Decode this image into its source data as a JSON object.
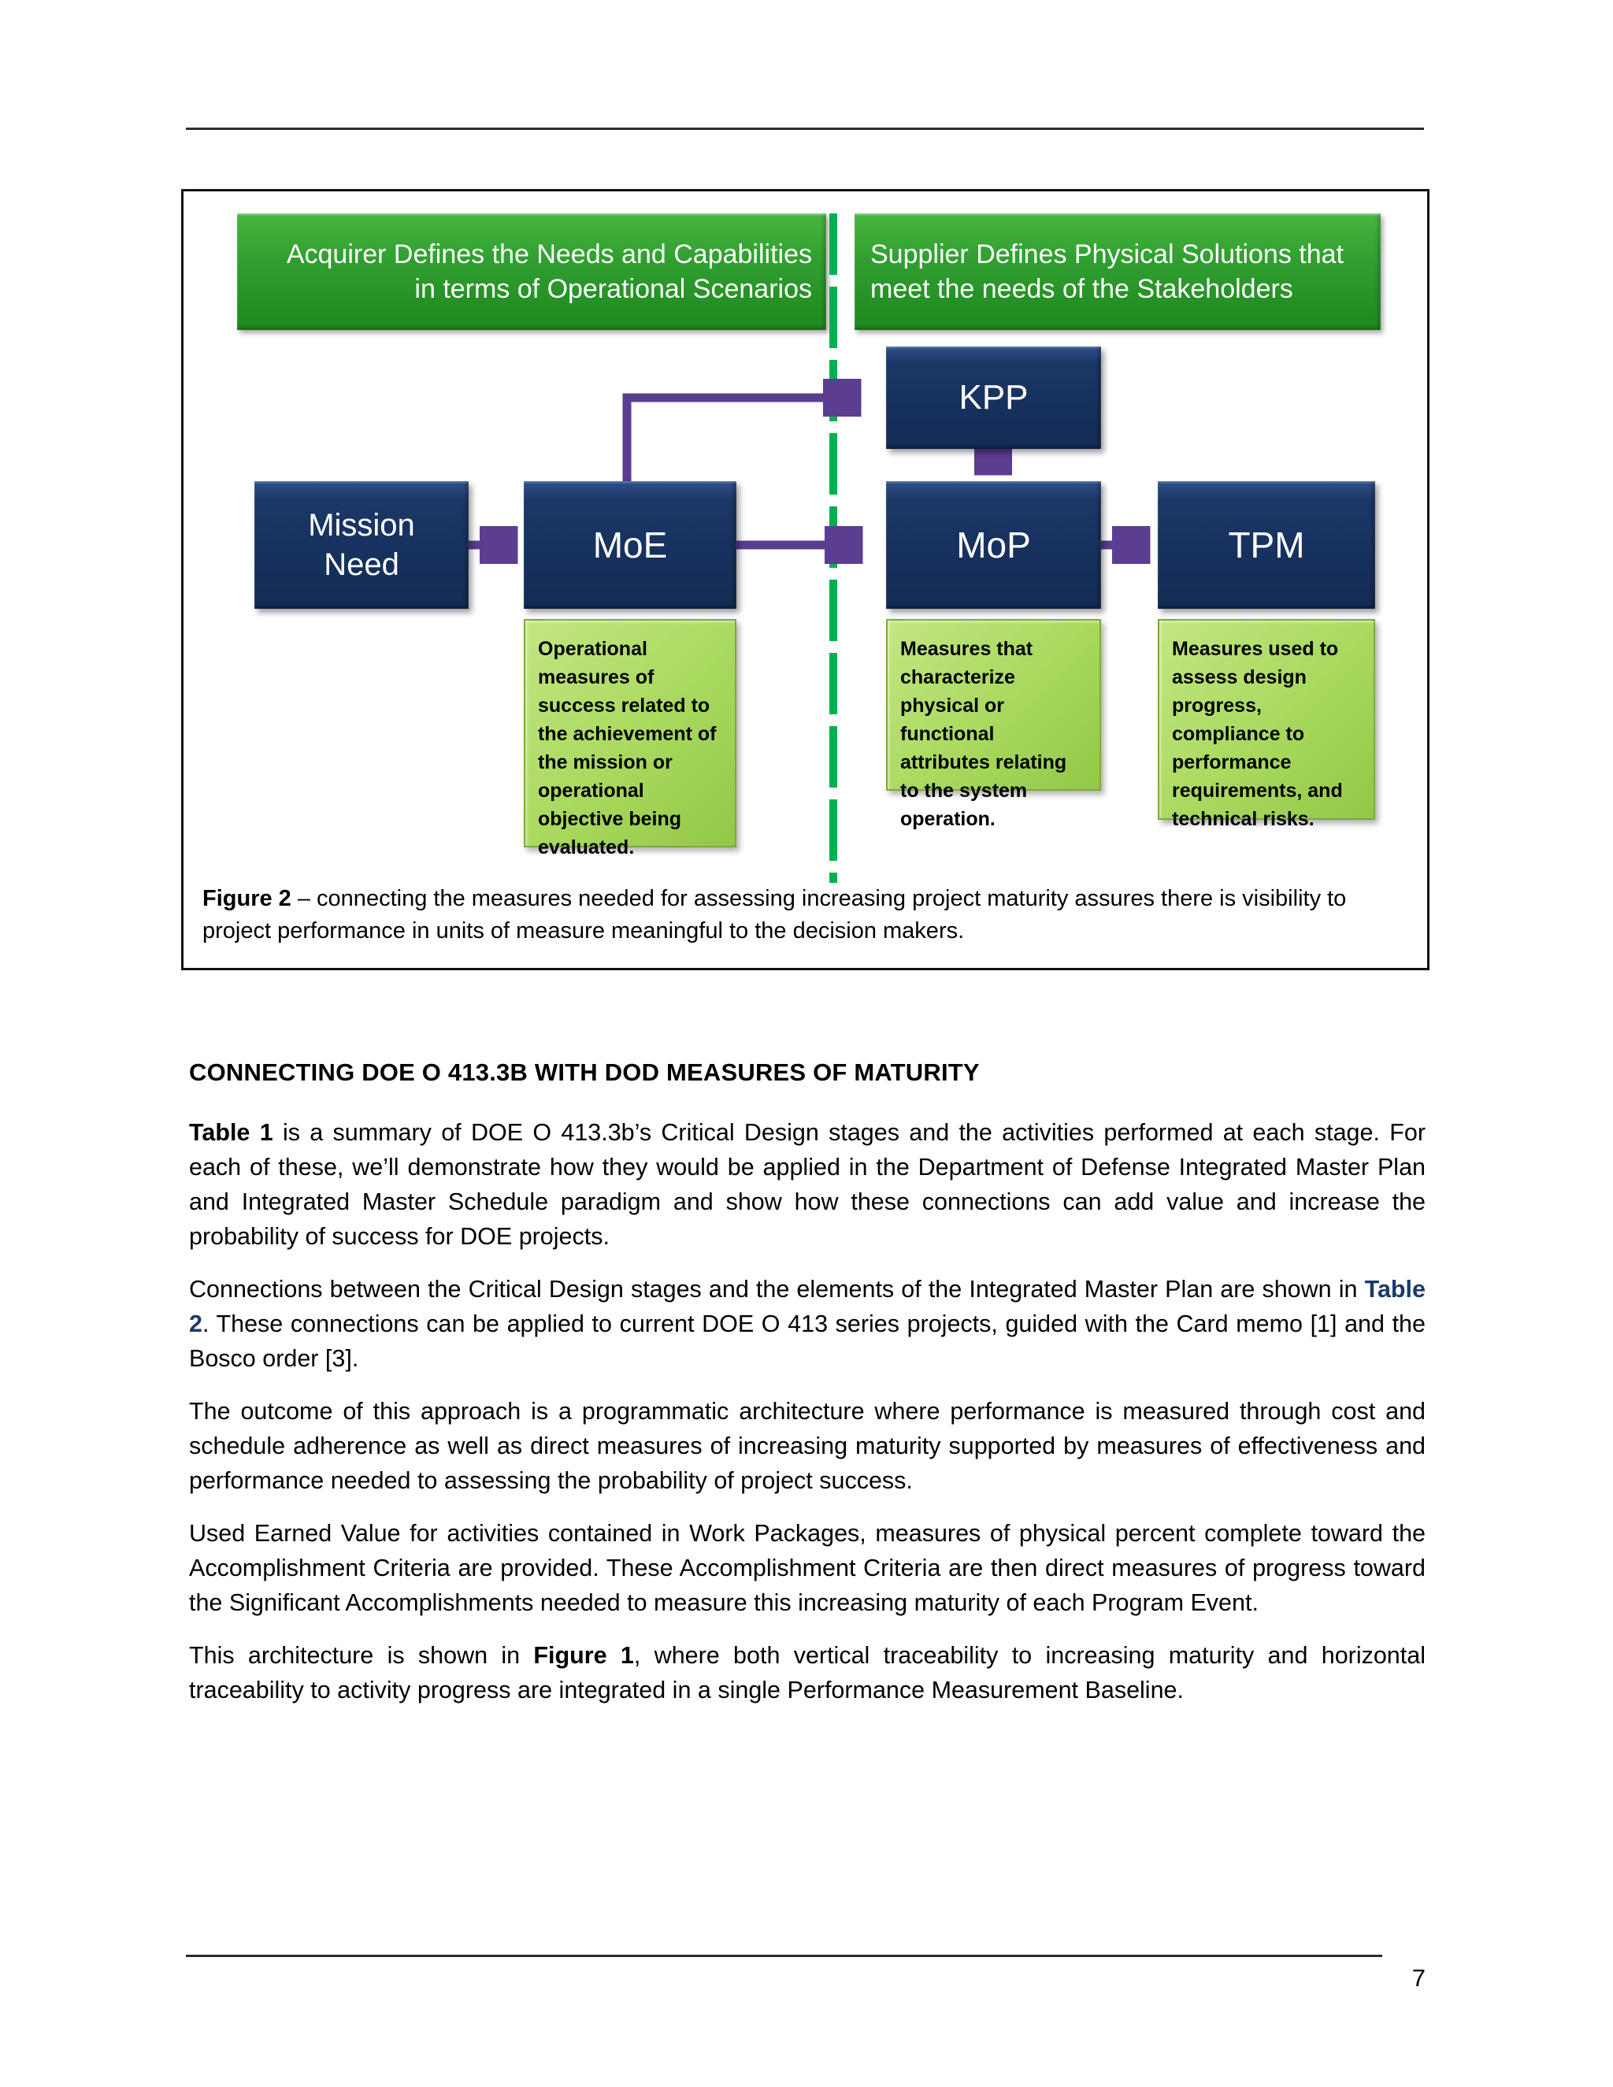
{
  "page": {
    "number": "7"
  },
  "figure": {
    "banners": {
      "left": {
        "line1": "Acquirer Defines the Needs and Capabilities",
        "line2": "in terms of Operational Scenarios"
      },
      "right": {
        "line1": "Supplier Defines Physical Solutions that",
        "line2": "meet the needs of the Stakeholders"
      }
    },
    "nodes": {
      "mission": "Mission Need",
      "moe": "MoE",
      "kpp": "KPP",
      "mop": "MoP",
      "tpm": "TPM"
    },
    "edges": [
      {
        "from": "Mission Need",
        "to": "MoE"
      },
      {
        "from": "MoE",
        "to": "KPP"
      },
      {
        "from": "MoE",
        "to": "MoP"
      },
      {
        "from": "KPP",
        "to": "MoP"
      },
      {
        "from": "MoP",
        "to": "TPM"
      }
    ],
    "descriptions": {
      "moe": "Operational measures of success related to the achievement of the mission or operational objective being evaluated.",
      "mop": "Measures that characterize physical or functional attributes relating to the system operation.",
      "tpm": "Measures used to assess design progress, compliance to performance requirements, and technical risks."
    },
    "caption_label": "Figure 2",
    "caption_text": " – connecting the measures needed for assessing increasing project maturity assures there is visibility to project performance in units of measure meaningful to the decision makers."
  },
  "content": {
    "heading": "CONNECTING DOE O 413.3B WITH DOD MEASURES OF MATURITY",
    "paragraphs": [
      {
        "segments": [
          {
            "t": "Table 1",
            "b": true
          },
          {
            "t": " is a summary of DOE O 413.3b’s Critical Design stages and the activities performed at each stage. For each of these, we’ll demonstrate how they would be applied in the Department of Defense Integrated Master Plan and Integrated Master Schedule paradigm and show how these connections can add value and increase the probability of success for DOE projects."
          }
        ]
      },
      {
        "segments": [
          {
            "t": "Connections between the Critical Design stages and the elements of the Integrated Master Plan are shown in "
          },
          {
            "t": "Table 2",
            "b": true,
            "link": true
          },
          {
            "t": ". These connections can be applied to current DOE O 413 series projects, guided with the Card memo [1] and the Bosco order [3]."
          }
        ]
      },
      {
        "segments": [
          {
            "t": "The outcome of this approach is a programmatic architecture where performance is measured through cost and schedule adherence as well as direct measures of increasing maturity supported by measures of effectiveness and performance needed to assessing the probability of project success."
          }
        ]
      },
      {
        "segments": [
          {
            "t": "Used Earned Value for activities contained in Work Packages, measures of physical percent complete toward the Accomplishment Criteria are provided. These Accomplishment Criteria are then direct measures of progress toward the Significant Accomplishments needed to measure this increasing maturity of each Program Event."
          }
        ]
      },
      {
        "segments": [
          {
            "t": "This architecture is shown in "
          },
          {
            "t": "Figure 1",
            "b": true
          },
          {
            "t": ", where both vertical traceability to increasing maturity and horizontal traceability to activity progress are integrated in a single Performance Measurement Baseline."
          }
        ]
      }
    ]
  },
  "colors": {
    "navy": "#1b3767",
    "banner_green": "#2f9e2f",
    "light_green": "#a8d95e",
    "purple": "#5b3d91",
    "divider_green": "#00b050",
    "link_blue": "#1b3a6b"
  }
}
